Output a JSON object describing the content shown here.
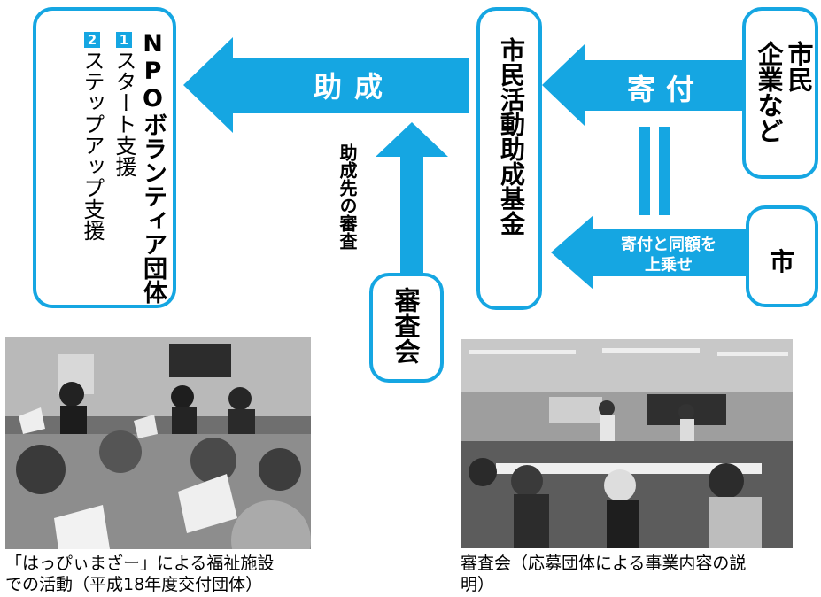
{
  "npo_box": {
    "title": "NPOボランティア団体",
    "item1_num": "1",
    "item1_text": "スタート支援",
    "item2_num": "2",
    "item2_text": "ステップアップ支援"
  },
  "fund_box": {
    "label": "市民活動助成基金"
  },
  "citizens_box": {
    "label_col1": "市民",
    "label_col2": "企業など"
  },
  "city_box": {
    "label": "市"
  },
  "review_box": {
    "label": "審査会"
  },
  "arrows": {
    "grant": "助成",
    "donation": "寄付",
    "matching_line1": "寄付と同額を",
    "matching_line2": "上乗せ",
    "review_side_label": "助成先の審査"
  },
  "photos": {
    "left_caption_line1": "「はっぴぃまざー」による福祉施設",
    "left_caption_line2": "での活動（平成18年度交付団体）",
    "right_caption_line1": "審査会（応募団体による事業内容の説",
    "right_caption_line2": "明）"
  },
  "colors": {
    "accent": "#15a6e2",
    "number_badge": "#15a6e2"
  }
}
